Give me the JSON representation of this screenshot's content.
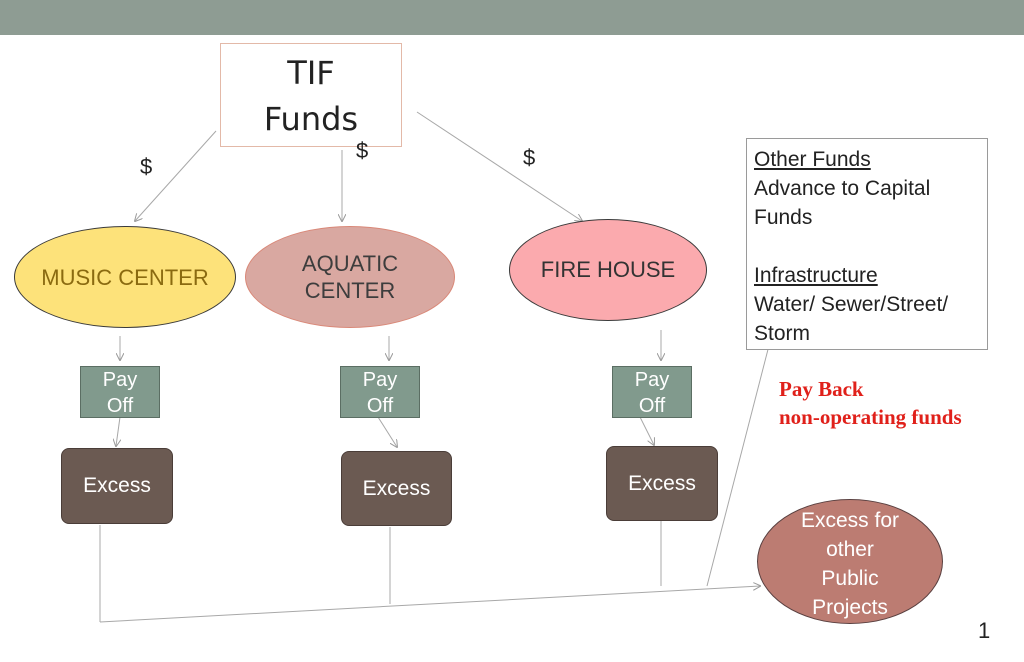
{
  "tif": {
    "line1": "TIF",
    "line2": "Funds"
  },
  "dollars": [
    "$",
    "$",
    "$"
  ],
  "projects": {
    "music": "MUSIC CENTER",
    "aquatic_line1": "AQUATIC",
    "aquatic_line2": "CENTER",
    "fire": "FIRE HOUSE"
  },
  "payoff": {
    "line1": "Pay",
    "line2": "Off"
  },
  "excess_label": "Excess",
  "info": {
    "heading1": "Other Funds",
    "text1a": "Advance to Capital",
    "text1b": "Funds",
    "heading2": "Infrastructure",
    "text2a": "Water/ Sewer/Street/",
    "text2b": "Storm"
  },
  "payback": {
    "line1": "Pay Back",
    "line2": "non-operating funds"
  },
  "other_projects": {
    "line1": "Excess for",
    "line2": "other",
    "line3": "Public",
    "line4": "Projects"
  },
  "page_number": "1",
  "colors": {
    "topbar": "#8e9c93",
    "music": "#fde27a",
    "aquatic": "#d9a8a1",
    "fire": "#fbaaae",
    "payoff": "#819a8d",
    "excess": "#6b5a52",
    "other_projects": "#bc7c72",
    "payback_text": "#e0201a"
  }
}
